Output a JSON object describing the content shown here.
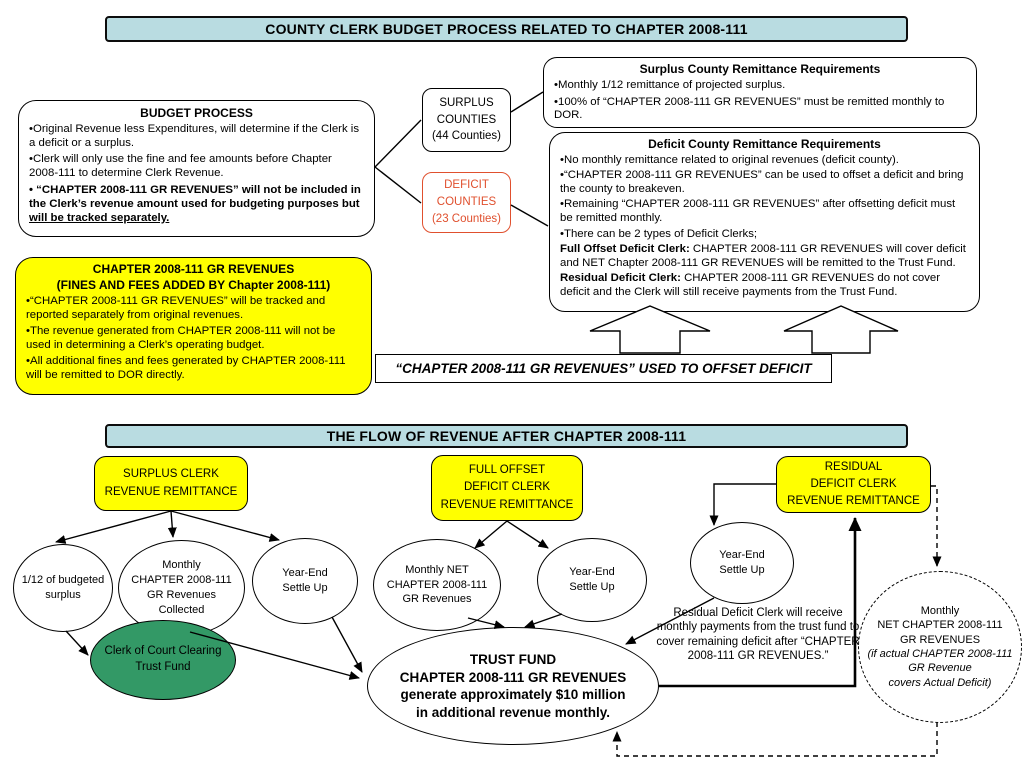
{
  "colors": {
    "header_fill": "#b9dce1",
    "highlight_yellow": "#ffff00",
    "green_fill": "#339966",
    "deficit_red": "#e0502e"
  },
  "section1": {
    "header": "COUNTY CLERK BUDGET PROCESS RELATED TO CHAPTER 2008-111",
    "budget_process": {
      "title": "BUDGET PROCESS",
      "bullet1": "•Original Revenue less Expenditures, will determine if the Clerk is a deficit or a surplus.",
      "bullet2": "•Clerk will only use the fine and fee amounts before Chapter 2008-111 to determine Clerk Revenue.",
      "bullet3_lead": "• “CHAPTER 2008-111 GR REVENUES” will not be included in the Clerk’s revenue amount used for budgeting purposes but ",
      "bullet3_underlined": "will be tracked separately."
    },
    "surplus_counties": "SURPLUS\nCOUNTIES\n(44 Counties)",
    "deficit_counties": "DEFICIT\nCOUNTIES\n(23 Counties)",
    "surplus_requirements": {
      "title": "Surplus County Remittance Requirements",
      "bullet1": "•Monthly 1/12 remittance of projected surplus.",
      "bullet2": "•100% of “CHAPTER 2008-111 GR REVENUES” must be remitted monthly to DOR."
    },
    "deficit_requirements": {
      "title": "Deficit County Remittance Requirements",
      "bullet1": "•No monthly remittance related to original revenues (deficit county).",
      "bullet2": "•“CHAPTER 2008-111 GR REVENUES” can be used to offset a deficit and bring the county to breakeven.",
      "bullet3": "•Remaining “CHAPTER 2008-111 GR REVENUES” after offsetting deficit must be remitted monthly.",
      "bullet4": "•There can be 2 types of Deficit Clerks;",
      "full_offset_lead": "Full Offset Deficit Clerk:",
      "full_offset_rest": " CHAPTER 2008-111 GR REVENUES will cover deficit and NET Chapter 2008-111 GR REVENUES will be remitted to the Trust Fund.",
      "residual_lead": "Residual Deficit Clerk:",
      "residual_rest": " CHAPTER 2008-111 GR REVENUES do not cover deficit and the Clerk will still receive payments from the Trust Fund."
    },
    "gr_revenues_box": {
      "title_line1": "CHAPTER 2008-111 GR REVENUES",
      "title_line2": "(FINES AND FEES ADDED BY Chapter 2008-111)",
      "bullet1": "•“CHAPTER 2008-111 GR REVENUES” will be tracked and reported separately from original revenues.",
      "bullet2": "•The revenue generated from CHAPTER 2008-111 will not be used in determining a Clerk’s operating budget.",
      "bullet3": "•All additional fines and fees generated by CHAPTER 2008-111 will be remitted to DOR directly."
    },
    "offset_banner": "“CHAPTER 2008-111 GR REVENUES” USED TO OFFSET DEFICIT"
  },
  "section2": {
    "header": "THE FLOW OF REVENUE AFTER CHAPTER 2008-111",
    "surplus_clerk_box": "SURPLUS CLERK\nREVENUE REMITTANCE",
    "full_offset_box": "FULL OFFSET\nDEFICIT CLERK\nREVENUE REMITTANCE",
    "residual_box": "RESIDUAL\nDEFICIT CLERK\nREVENUE REMITTANCE",
    "ellipse_budgeted_surplus": "1/12 of budgeted\nsurplus",
    "ellipse_monthly_collected": "Monthly\nCHAPTER 2008-111\nGR Revenues\nCollected",
    "ellipse_year_end_1": "Year-End\nSettle Up",
    "ellipse_monthly_net": "Monthly NET\nCHAPTER 2008-111\nGR Revenues",
    "ellipse_year_end_2": "Year-End\nSettle Up",
    "ellipse_year_end_3": "Year-End\nSettle Up",
    "ellipse_clearing_fund": "Clerk of Court Clearing\nTrust Fund",
    "trust_fund": {
      "title": "TRUST FUND",
      "body": "CHAPTER 2008-111 GR REVENUES generate approximately $10 million in additional revenue monthly."
    },
    "residual_note": "Residual Deficit Clerk will receive monthly payments from the trust fund to cover remaining deficit after “CHAPTER 2008-111 GR REVENUES.”",
    "dashed_ellipse": {
      "plain": "Monthly\nNET CHAPTER 2008-111\nGR REVENUES",
      "italic": "(if actual CHAPTER 2008-111\nGR Revenue\ncovers Actual Deficit)"
    }
  }
}
